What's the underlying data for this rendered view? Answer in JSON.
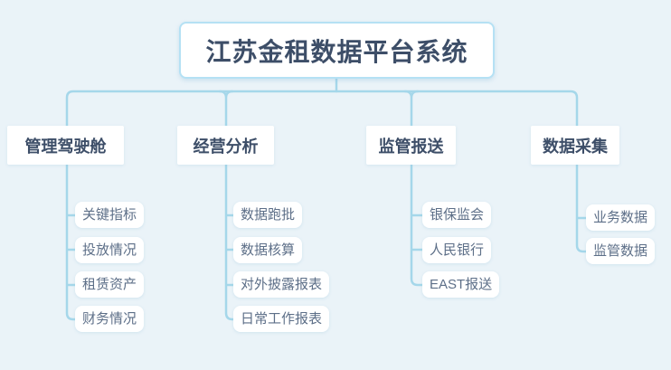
{
  "root": {
    "title": "江苏金租数据平台系统"
  },
  "branches": [
    {
      "label": "管理驾驶舱",
      "children": [
        "关键指标",
        "投放情况",
        "租赁资产",
        "财务情况"
      ]
    },
    {
      "label": "经营分析",
      "children": [
        "数据跑批",
        "数据核算",
        "对外披露报表",
        "日常工作报表"
      ]
    },
    {
      "label": "监管报送",
      "children": [
        "银保监会",
        "人民银行",
        "EAST报送"
      ]
    },
    {
      "label": "数据采集",
      "children": [
        "业务数据",
        "监管数据"
      ]
    }
  ],
  "colors": {
    "background": "#eaf3f8",
    "connector": "#a5d7ea",
    "node_background": "#ffffff",
    "root_border": "#b5e1f4",
    "heading_text": "#3d4e68",
    "leaf_text": "#5d6f88"
  }
}
